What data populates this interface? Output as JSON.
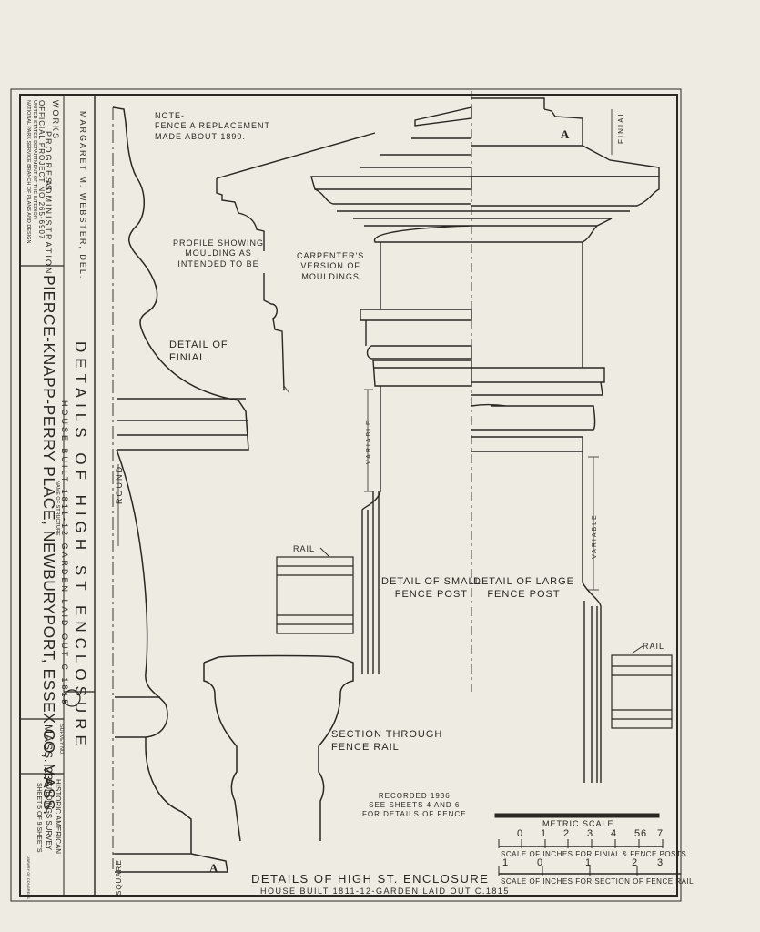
{
  "title_block": {
    "wpa": [
      "WORKS",
      "PROGRESS",
      "ADMINISTRATION"
    ],
    "official_project": "OFFICIAL PROJECT NO 265-6907",
    "sponsor_line_1": "UNITED STATES DEPARTMENT OF THE INTERIOR",
    "sponsor_line_2": "NATIONAL PARK SERVICE BRANCH OF PLANS AND DESIGN",
    "delineator": "MARGARET M. WEBSTER, DEL.",
    "sheet_title": "DETAILS OF HIGH ST ENCLOSURE",
    "sheet_subtitle": "HOUSE BUILT 1811-12 GARDEN LAID OUT C 1815",
    "name_of_structure_label": "NAME OF STRUCTURE",
    "structure_name": "PIERCE-KNAPP-PERRY PLACE, NEWBURYPORT, ESSEX CO, MASS.",
    "survey_no_label": "SURVEY NO.",
    "survey_no": "MASS. 236",
    "habs_line_1": "HISTORIC AMERICAN",
    "habs_line_2": "BUILDINGS SURVEY",
    "sheet_no": "SHEET 5 OF 9 SHEETS",
    "library_stamp": "LIBRARY OF CONGRESS"
  },
  "annotations": {
    "note": "NOTE-\nFENCE A REPLACEMENT\nMADE ABOUT 1890.",
    "profile": "PROFILE SHOWING\nMOULDING AS\nINTENDED TO BE",
    "carpenter": "CARPENTER'S\nVERSION OF\nMOULDINGS",
    "finial_detail": "DETAIL OF\nFINIAL",
    "round": "ROUND",
    "square": "SQUARE",
    "section_a_left": "A",
    "section_a_right": "A",
    "finial": "FINIAL",
    "variable_small": "VARIABLE",
    "variable_large": "VARIABLE",
    "rail_left": "RAIL",
    "rail_right": "RAIL",
    "small_post": "DETAIL OF SMALL\nFENCE POST",
    "large_post": "DETAIL OF LARGE\nFENCE POST",
    "section_rail": "SECTION THROUGH\nFENCE RAIL",
    "recorded": "RECORDED 1936\nSEE SHEETS 4 AND 6\nFOR DETAILS OF FENCE",
    "bottom_title": "DETAILS OF HIGH ST. ENCLOSURE",
    "bottom_subtitle": "HOUSE BUILT 1811-12-GARDEN LAID OUT C.1815"
  },
  "scales": {
    "metric_label": "METRIC SCALE",
    "inches_label": "SCALE OF INCHES FOR FINIAL & FENCE POSTS.",
    "inches_ticks": [
      "0",
      "1",
      "2",
      "3",
      "4",
      "5",
      "6",
      "7"
    ],
    "rail_label": "SCALE OF INCHES FOR SECTION OF FENCE RAIL",
    "rail_ticks": [
      "1",
      "0",
      "1",
      "2",
      "3"
    ]
  }
}
